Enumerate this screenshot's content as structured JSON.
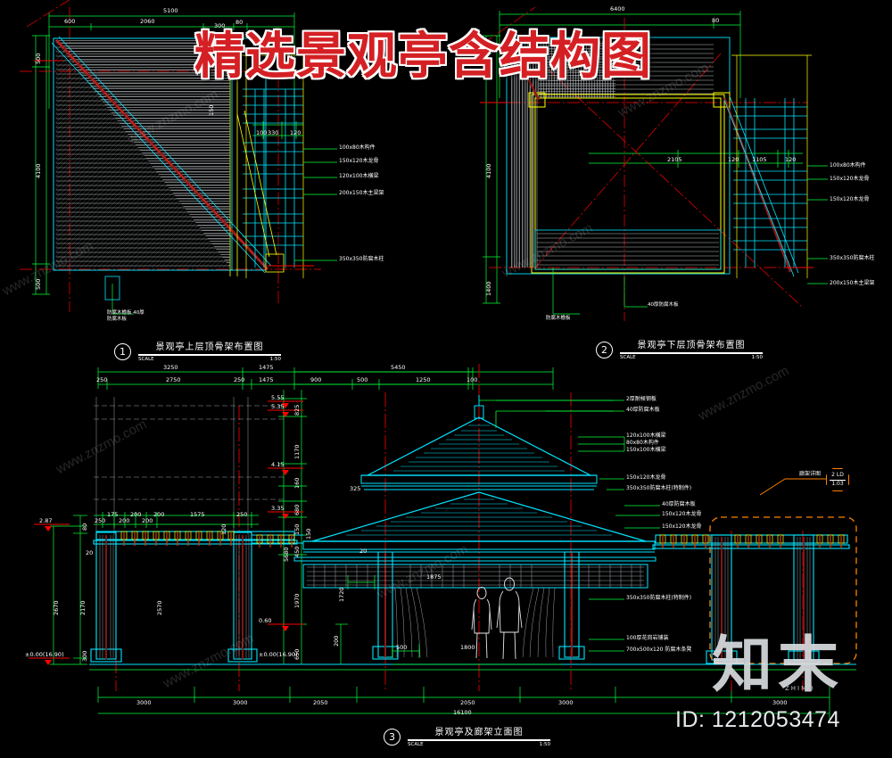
{
  "title": "精选景观亭含结构图",
  "id_tag": "ID: 1212053474",
  "watermark": {
    "site": "www.znzmo.com",
    "brand": "知末",
    "brand_sub": "ZHIMO"
  },
  "views": [
    {
      "number": "1",
      "title_cn": "景观亭上层顶骨架布置图",
      "scale_label": "SCALE",
      "scale_value": "1:50",
      "dimensions_top": [
        "5100",
        "600",
        "2060",
        "300",
        "80"
      ],
      "dimensions_left": [
        "500",
        "4100",
        "500"
      ],
      "dimensions_inner": [
        "100",
        "330",
        "120",
        "150"
      ],
      "callouts": [
        "100x80木构件",
        "150x120木龙骨",
        "120x100木横梁",
        "200x150木主梁架",
        "350x350防腐木柱"
      ],
      "bottom_note": "防腐木檐板\n40厚防腐木板"
    },
    {
      "number": "2",
      "title_cn": "景观亭下层顶骨架布置图",
      "scale_label": "SCALE",
      "scale_value": "1:50",
      "dimensions_top": [
        "6400",
        "80"
      ],
      "dimensions_left": [
        "4100",
        "1400"
      ],
      "dimensions_inner": [
        "2105",
        "120",
        "1105",
        "120"
      ],
      "callouts": [
        "100x80木构件",
        "150x120木龙骨",
        "150x120木龙骨",
        "350x350防腐木柱",
        "200x150木主梁架"
      ],
      "bottom_notes": [
        "防腐木檐板",
        "40厚防腐木板"
      ]
    },
    {
      "number": "3",
      "title_cn": "景观亭及廊架立面图",
      "scale_label": "SCALE",
      "scale_value": "1:50",
      "dimensions_top_a": [
        "3250",
        "1475",
        "5450",
        "100"
      ],
      "dimensions_top_b": [
        "250",
        "2750",
        "250",
        "1475",
        "900",
        "500",
        "1250"
      ],
      "dimensions_bottom": [
        "3000",
        "3000",
        "2050",
        "2050",
        "3000",
        "3000"
      ],
      "overall_width": "16100",
      "dimension_chain_left": [
        "250",
        "175",
        "200",
        "200",
        "200",
        "200",
        "1575",
        "250"
      ],
      "dimensions_vertical_right": [
        "825",
        "1170",
        "160",
        "680",
        "150",
        "450",
        "5680",
        "1970",
        "650"
      ],
      "dimensions_vertical_left": [
        "2670",
        "2170",
        "2570",
        "80",
        "20",
        "300"
      ],
      "dimensions_misc": [
        "325",
        "1720",
        "1875",
        "500",
        "1800",
        "200",
        "20",
        "150",
        "120"
      ],
      "elevations": [
        "5.55",
        "5.35",
        "4.15",
        "3.35",
        "2.87",
        "0.60",
        "±0.00(16.90)"
      ],
      "elevation_secondary": "±0.00(16.90)",
      "callouts_right_top": [
        "2厚耐候钢板",
        "40厚防腐木板",
        "120x100木横梁",
        "80x80木构件",
        "150x100木横梁"
      ],
      "callouts_right_mid": [
        "150x120木龙骨",
        "350x350防腐木柱(特制件)",
        "40厚防腐木板",
        "150x120木龙骨",
        "150x120木龙骨"
      ],
      "callouts_right_bottom": [
        "350x350防腐木柱(特制件)",
        "100厚花岗岩铺装",
        "700x500x120 防腐木条凳"
      ],
      "detail_callout": {
        "label": "廊架详图",
        "sheet": "2 LD",
        "number": "1.03"
      }
    }
  ],
  "colors": {
    "background": "#000000",
    "cyan": "#00e5ff",
    "green": "#00ff3c",
    "red": "#ff0000",
    "dark_red": "#8b0000",
    "yellow": "#ffff00",
    "orange": "#ff8000",
    "grey": "#9aa0a4",
    "white": "#ffffff",
    "title_red": "#d42024"
  }
}
